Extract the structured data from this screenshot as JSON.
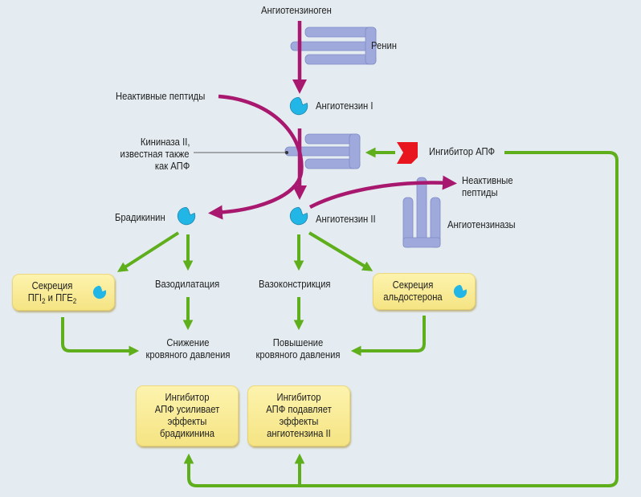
{
  "colors": {
    "background": "#e4ecf1",
    "magenta_arrow": "#a8186e",
    "green_arrow": "#5fae1c",
    "enzyme": "#9fa9dc",
    "molecule": "#22b6e6",
    "inhibitor": "#e8141e",
    "box_fill": "#f9ec9a"
  },
  "labels": {
    "angiotensinogen": "Ангиотензиноген",
    "renin": "Ренин",
    "inactive_peptides_left": "Неактивные пептиды",
    "angiotensin_1": "Ангиотензин I",
    "kininase_line1": "Кининаза II,",
    "kininase_line2": "известная также",
    "kininase_line3": "как АПФ",
    "ace_inhibitor": "Ингибитор АПФ",
    "inactive_peptides_right_line1": "Неактивные",
    "inactive_peptides_right_line2": "пептиды",
    "bradykinin": "Брадикинин",
    "angiotensin_2": "Ангиотензин II",
    "angiotensinases": "Ангиотензиназы",
    "vasodilation": "Вазодилатация",
    "vasoconstriction": "Вазоконстрикция",
    "bp_decrease_line1": "Снижение",
    "bp_decrease_line2": "кровяного давления",
    "bp_increase_line1": "Повышение",
    "bp_increase_line2": "кровяного давления"
  },
  "boxes": {
    "prostaglandin": {
      "line1": "Секреция",
      "line2_part1": "ПГI",
      "line2_sub1": "2",
      "line2_part2": " и ПГЕ",
      "line2_sub2": "2"
    },
    "aldosterone": {
      "line1": "Секреция",
      "line2": "альдостерона"
    },
    "enhances": {
      "line1": "Ингибитор",
      "line2": "АПФ усиливает",
      "line3": "эффекты",
      "line4": "брадикинина"
    },
    "suppresses": {
      "line1": "Ингибитор",
      "line2": "АПФ подавляет",
      "line3": "эффекты",
      "line4": "ангиотензина II"
    }
  }
}
